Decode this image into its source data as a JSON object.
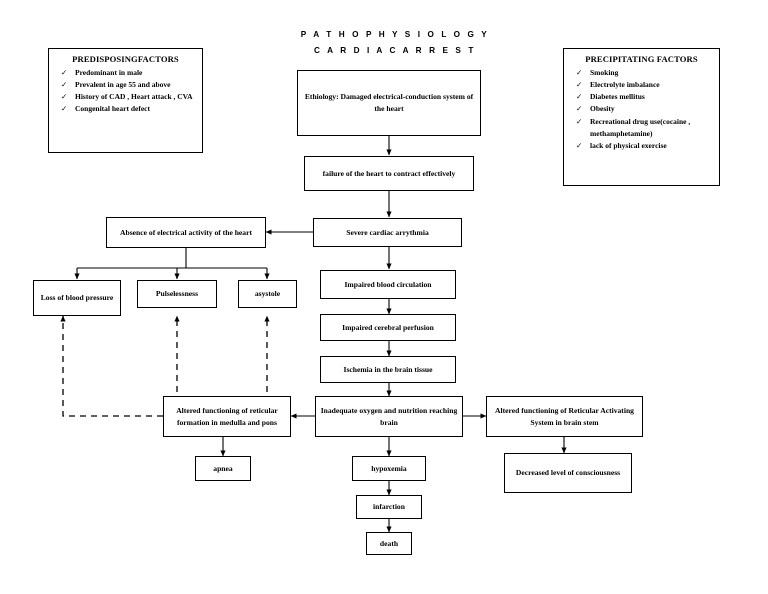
{
  "document": {
    "title_line1": "P A T H O P H Y S I O L O G Y",
    "title_line2": "C A R D I A C   A R R E S T",
    "background": "#ffffff",
    "ink": "#000000"
  },
  "predisposing_panel": {
    "heading": "PREDISPOSINGFACTORS",
    "bullet_glyph": "✓",
    "items": [
      "Predominant in male",
      "Prevalent in age 55 and above",
      "History of CAD , Heart attack , CVA",
      "Congenital heart defect"
    ]
  },
  "precipitating_panel": {
    "heading": "PRECIPITATING FACTORS",
    "bullet_glyph": "✓",
    "items": [
      "Smoking",
      "Electrolyte imbalance",
      "Diabetes mellitus",
      "Obesity",
      "Recreational drug use(cocaine , methamphetamine)",
      "lack of physical exercise"
    ]
  },
  "nodes": {
    "etiology": "Ethiology: Damaged electrical-conduction system of the heart",
    "failure": "failure of the heart to contract effectively",
    "arrythmia": "Severe cardiac arrythmia",
    "absence": "Absence of electrical activity of the heart",
    "loss_bp": "Loss of blood pressure",
    "pulselessness": "Pulselessness",
    "asystole": "asystole",
    "impaired_circulation": "Impaired blood circulation",
    "impaired_perfusion": "Impaired cerebral perfusion",
    "ischemia": "Ischemia in the brain tissue",
    "reticular_formation": "Altered functioning of reticular formation in medulla and pons",
    "inadequate_oxygen": "Inadequate oxygen and nutrition reaching brain",
    "ras": "Altered functioning of Reticular Activating System in brain stem",
    "apnea": "apnea",
    "hypoxemia": "hypoxemia",
    "decreased_loc": "Decreased level of consciousness",
    "infarction": "infarction",
    "death": "death"
  }
}
